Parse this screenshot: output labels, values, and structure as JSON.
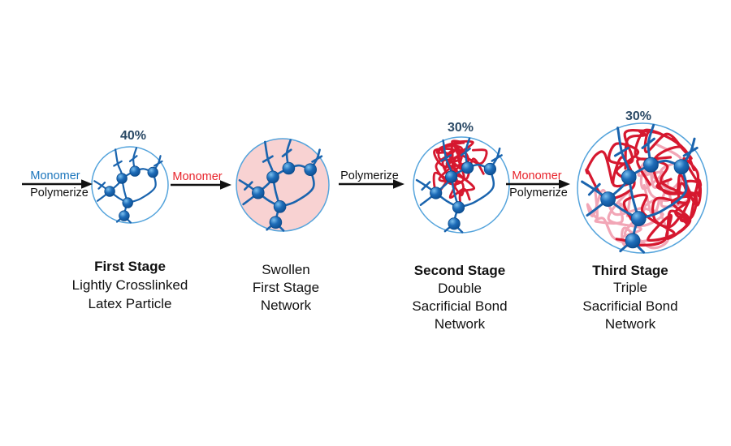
{
  "figure": {
    "stages": [
      {
        "name": "first-stage",
        "percent": "40%",
        "caption": {
          "title": "First Stage",
          "lines": [
            "Lightly Crosslinked",
            "Latex Particle"
          ]
        }
      },
      {
        "name": "swollen-first-stage",
        "percent": "",
        "caption": {
          "title": "",
          "lines": [
            "Swollen",
            "First Stage",
            "Network"
          ]
        }
      },
      {
        "name": "second-stage",
        "percent": "30%",
        "caption": {
          "title": "Second Stage",
          "lines": [
            "Double",
            "Sacrificial Bond",
            "Network"
          ]
        }
      },
      {
        "name": "third-stage",
        "percent": "30%",
        "caption": {
          "title": "Third Stage",
          "lines": [
            "Triple",
            "Sacrificial Bond",
            "Network"
          ]
        }
      }
    ],
    "arrows": [
      {
        "top": "Monomer",
        "bottom": "Polymerize",
        "top_color": "#1b75bc",
        "bottom_color": "#111111"
      },
      {
        "top": "Monomer",
        "bottom": "",
        "top_color": "#e8232b",
        "bottom_color": "#111111"
      },
      {
        "top": "Polymerize",
        "bottom": "",
        "top_color": "#111111",
        "bottom_color": "#111111"
      },
      {
        "top": "Monomer",
        "bottom": "Polymerize",
        "top_color": "#e8232b",
        "bottom_color": "#111111"
      }
    ],
    "colors": {
      "percent_label": "#2b4a66",
      "network_blue": "#1a64ae",
      "sphere_dark": "#0a4a8c",
      "sacrificial_red": "#d6182f",
      "sacrificial_light_pink": "#f2a6b6",
      "swollen_fill": "#f8d2d2",
      "circle_border": "#55a4dc",
      "arrow_black": "#111111"
    }
  }
}
